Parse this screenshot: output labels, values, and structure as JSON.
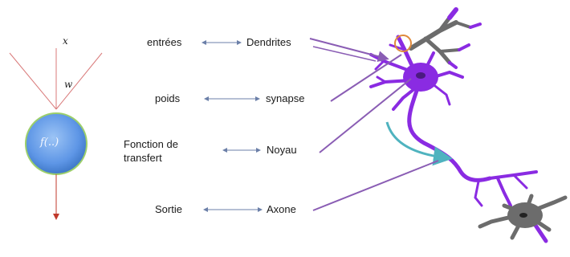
{
  "perceptron": {
    "input_label": "x",
    "weight_label": "w",
    "function_label": "f(..)"
  },
  "correspondences": [
    {
      "left": "entrées",
      "right": "Dendrites"
    },
    {
      "left": "poids",
      "right": "synapse"
    },
    {
      "left": "Fonction de transfert",
      "left_lines": [
        "Fonction de",
        "transfert"
      ],
      "right": "Noyau"
    },
    {
      "left": "Sortie",
      "right": "Axone"
    }
  ],
  "colors": {
    "input_lines": "#d97a7a",
    "output_line": "#c0392b",
    "neuron_body": "#6aa0e8",
    "neuron_ring": "#9ccf6a",
    "mapping_arrow": "#6b7fa8",
    "pointer_lines": "#8a5db4",
    "neuron_purple": "#8a2be2",
    "neuron_gray": "#6c6c6c",
    "signal_arrow": "#4fb3bf",
    "synapse_marker": "#e08a3c"
  }
}
